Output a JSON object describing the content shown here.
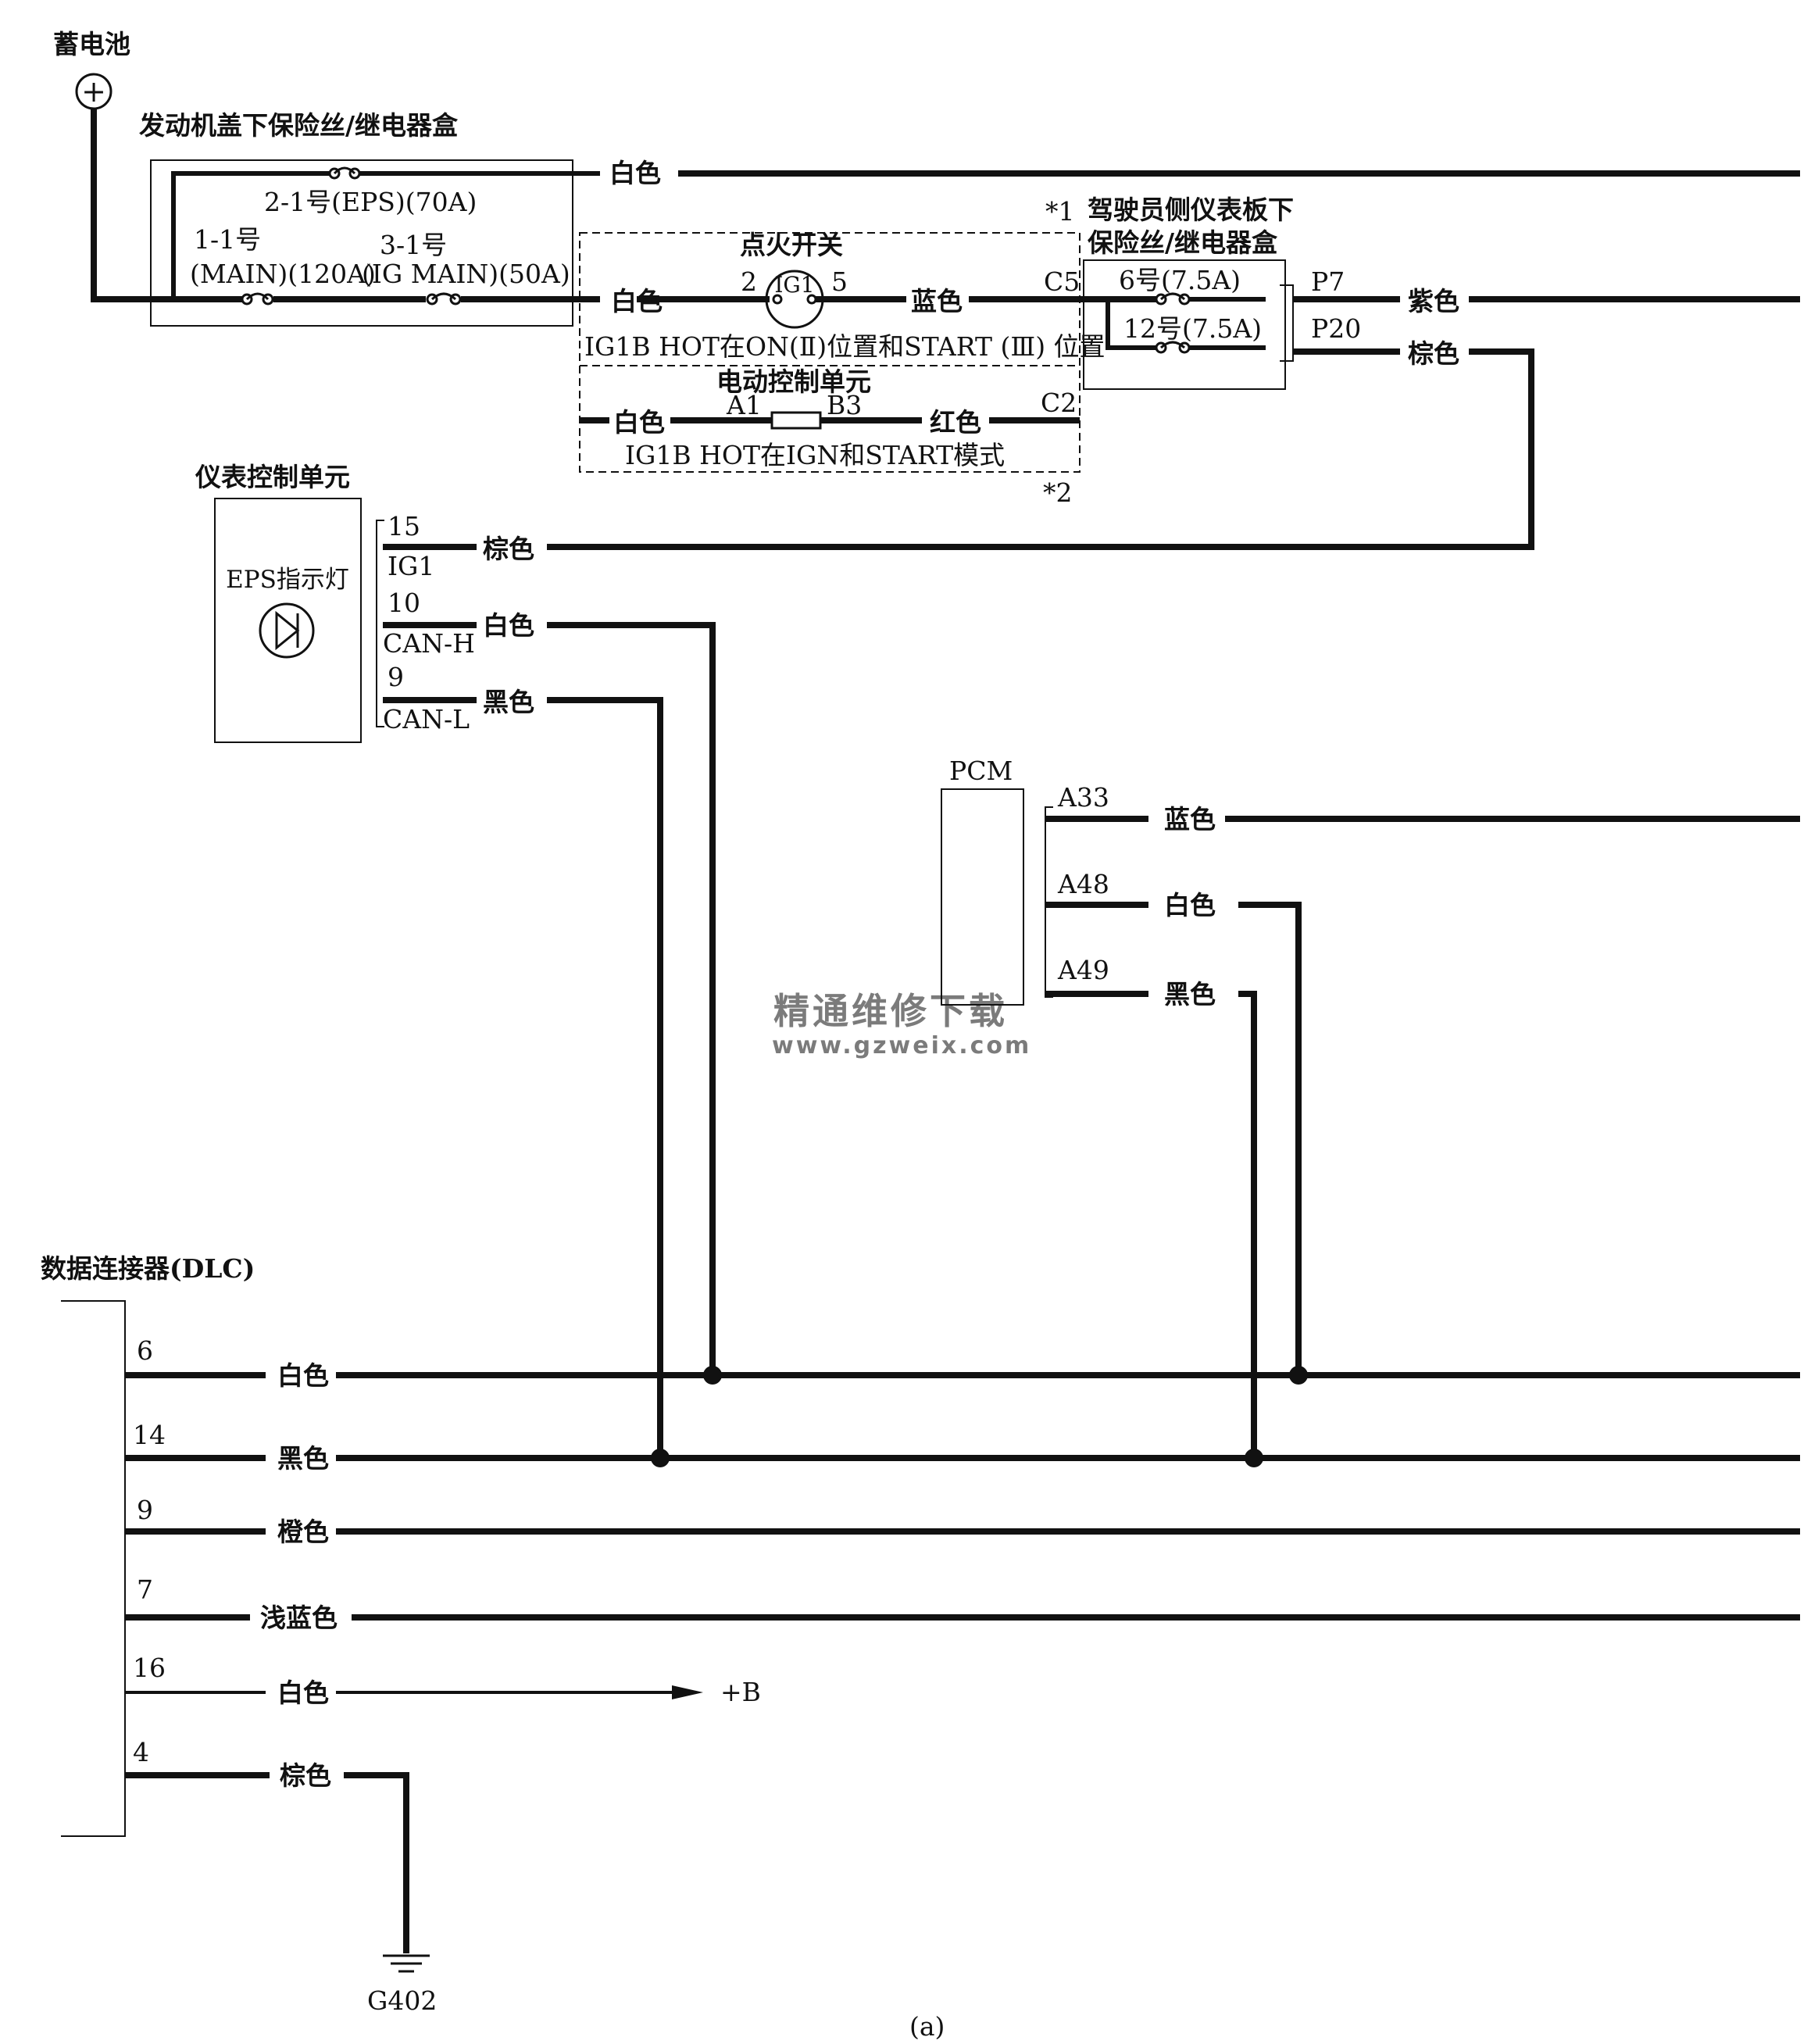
{
  "colors": {
    "line": "#111111",
    "watermark": "#f0a070"
  },
  "battery": {
    "label": "蓄电池",
    "symbol": "+"
  },
  "underhood_box": {
    "title": "发动机盖下保险丝/继电器盒",
    "fuse_eps": "2-1号(EPS)(70A)",
    "fuse_main_a": "1-1号",
    "fuse_main_b": "(MAIN)(120A)",
    "fuse_igmain_a": "3-1号",
    "fuse_igmain_b": "(IG MAIN)(50A)"
  },
  "ignition_switch": {
    "title": "点火开关",
    "pin_in": "2",
    "pin_out": "5",
    "symbol": "IG1",
    "note": "IG1B HOT在ON(Ⅱ)位置和START (Ⅲ) 位置"
  },
  "eps_control_unit": {
    "title": "电动控制单元",
    "pin_a": "A1",
    "pin_b": "B3",
    "note": "IG1B HOT在IGN和START模式"
  },
  "dash_box": {
    "title_line1": "驾驶员侧仪表板下",
    "title_line2": "保险丝/继电器盒",
    "fuse6": "6号(7.5A)",
    "fuse12": "12号(7.5A)",
    "pin_c5": "C5",
    "pin_c2": "C2",
    "pin_p7": "P7",
    "pin_p20": "P20"
  },
  "notes": {
    "star1": "*1",
    "star2": "*2"
  },
  "gauge_unit": {
    "title": "仪表控制单元",
    "indicator": "EPS指示灯",
    "pins": [
      {
        "num": "15",
        "name": "IG1",
        "wire": "棕色"
      },
      {
        "num": "10",
        "name": "CAN-H",
        "wire": "白色"
      },
      {
        "num": "9",
        "name": "CAN-L",
        "wire": "黑色"
      }
    ]
  },
  "pcm": {
    "title": "PCM",
    "pins": [
      {
        "num": "A33",
        "wire": "蓝色"
      },
      {
        "num": "A48",
        "wire": "白色"
      },
      {
        "num": "A49",
        "wire": "黑色"
      }
    ]
  },
  "wires": {
    "eps_fuse_out": "白色",
    "ign_in": "白色",
    "ign_out": "蓝色",
    "p7_out": "紫色",
    "p20_out": "棕色",
    "eps_in": "白色",
    "eps_out": "红色"
  },
  "dlc": {
    "title": "数据连接器(DLC)",
    "pins": [
      {
        "num": "6",
        "wire": "白色"
      },
      {
        "num": "14",
        "wire": "黑色"
      },
      {
        "num": "9",
        "wire": "橙色"
      },
      {
        "num": "7",
        "wire": "浅蓝色"
      },
      {
        "num": "16",
        "wire": "白色"
      },
      {
        "num": "4",
        "wire": "棕色"
      }
    ],
    "pin16_target": "+B"
  },
  "ground": {
    "label": "G402"
  },
  "watermark": {
    "line1": "精通维修下载",
    "line2": "www.gzweix.com"
  },
  "figure_label": "(a)"
}
